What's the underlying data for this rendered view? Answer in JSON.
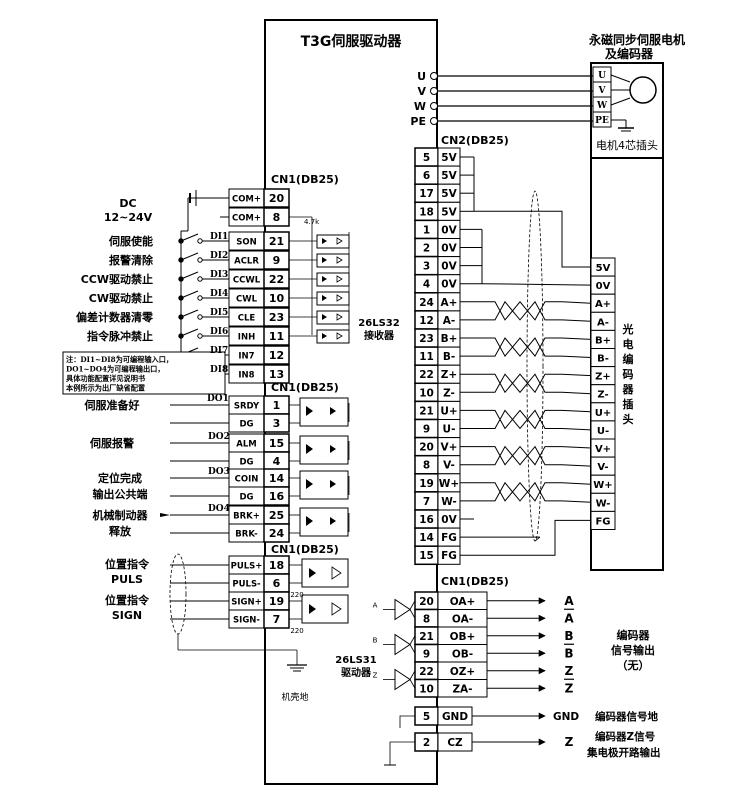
{
  "drive_title": "T3G伺服驱动器",
  "motor_title": [
    "永磁同步伺服电机",
    "及编码器"
  ],
  "motor_plug_label": "电机4芯插头",
  "power_terminals": [
    "U",
    "V",
    "W",
    "PE"
  ],
  "motor_terminals": [
    "U",
    "V",
    "W",
    "PE"
  ],
  "cn1_label": "CN1(DB25)",
  "cn2_label": "CN2(DB25)",
  "dc_label": [
    "DC",
    "12~24V"
  ],
  "resistor_label": "4.7k",
  "com_pins": [
    {
      "name": "COM+",
      "num": "20"
    },
    {
      "name": "COM+",
      "num": "8"
    }
  ],
  "di_rows": [
    {
      "label": "伺服使能",
      "di": "DI1",
      "name": "SON",
      "num": "21"
    },
    {
      "label": "报警清除",
      "di": "DI2",
      "name": "ACLR",
      "num": "9"
    },
    {
      "label": "CCW驱动禁止",
      "di": "DI3",
      "name": "CCWL",
      "num": "22"
    },
    {
      "label": "CW驱动禁止",
      "di": "DI4",
      "name": "CWL",
      "num": "10"
    },
    {
      "label": "偏差计数器清零",
      "di": "DI5",
      "name": "CLE",
      "num": "23"
    },
    {
      "label": "指令脉冲禁止",
      "di": "DI6",
      "name": "INH",
      "num": "11"
    },
    {
      "label": "",
      "di": "DI7",
      "name": "IN7",
      "num": "12"
    },
    {
      "label": "",
      "di": "DI8",
      "name": "IN8",
      "num": "13"
    }
  ],
  "note_lines": [
    "注：DI1~DI8为可编程输入口，",
    "DO1~DO4为可编程输出口，",
    "具体功能配置详见说明书",
    "本例所示为出厂缺省配置"
  ],
  "do_groups": [
    {
      "label": [
        "伺服准备好"
      ],
      "do": "DO1",
      "pins": [
        {
          "name": "SRDY",
          "num": "1"
        },
        {
          "name": "DG",
          "num": "3"
        }
      ]
    },
    {
      "label": [
        "伺服报警"
      ],
      "do": "DO2",
      "pins": [
        {
          "name": "ALM",
          "num": "15"
        },
        {
          "name": "DG",
          "num": "4"
        }
      ]
    },
    {
      "label": [
        "定位完成",
        "输出公共端"
      ],
      "do": "DO3",
      "pins": [
        {
          "name": "COIN",
          "num": "14"
        },
        {
          "name": "DG",
          "num": "16"
        }
      ]
    },
    {
      "label": [
        "机械制动器",
        "释放"
      ],
      "do": "DO4",
      "pins": [
        {
          "name": "BRK+",
          "num": "25"
        },
        {
          "name": "BRK-",
          "num": "24"
        }
      ]
    }
  ],
  "pulse_groups": [
    {
      "label": [
        "位置指令",
        "PULS"
      ],
      "pins": [
        {
          "name": "PULS+",
          "num": "18"
        },
        {
          "name": "PULS-",
          "num": "6"
        }
      ]
    },
    {
      "label": [
        "位置指令",
        "SIGN"
      ],
      "pins": [
        {
          "name": "SIGN+",
          "num": "19"
        },
        {
          "name": "SIGN-",
          "num": "7"
        }
      ]
    }
  ],
  "pulse_resistor": "220",
  "chassis_ground": "机壳地",
  "cn2_pins": [
    {
      "num": "5",
      "name": "5V"
    },
    {
      "num": "6",
      "name": "5V"
    },
    {
      "num": "17",
      "name": "5V"
    },
    {
      "num": "18",
      "name": "5V"
    },
    {
      "num": "1",
      "name": "0V"
    },
    {
      "num": "2",
      "name": "0V"
    },
    {
      "num": "3",
      "name": "0V"
    },
    {
      "num": "4",
      "name": "0V"
    },
    {
      "num": "24",
      "name": "A+"
    },
    {
      "num": "12",
      "name": "A-"
    },
    {
      "num": "23",
      "name": "B+"
    },
    {
      "num": "11",
      "name": "B-"
    },
    {
      "num": "22",
      "name": "Z+"
    },
    {
      "num": "10",
      "name": "Z-"
    },
    {
      "num": "21",
      "name": "U+"
    },
    {
      "num": "9",
      "name": "U-"
    },
    {
      "num": "20",
      "name": "V+"
    },
    {
      "num": "8",
      "name": "V-"
    },
    {
      "num": "19",
      "name": "W+"
    },
    {
      "num": "7",
      "name": "W-"
    },
    {
      "num": "16",
      "name": "0V"
    },
    {
      "num": "14",
      "name": "FG"
    },
    {
      "num": "15",
      "name": "FG"
    }
  ],
  "receiver_label": [
    "26LS32",
    "接收器"
  ],
  "encoder_plug_pins": [
    "5V",
    "0V",
    "A+",
    "A-",
    "B+",
    "B-",
    "Z+",
    "Z-",
    "U+",
    "U-",
    "V+",
    "V-",
    "W+",
    "W-",
    "FG"
  ],
  "encoder_plug_label": "光电编码器插头",
  "enc_out_pins": [
    {
      "name": "OA+",
      "num": "20"
    },
    {
      "name": "OA-",
      "num": "8"
    },
    {
      "name": "OB+",
      "num": "21"
    },
    {
      "name": "OB-",
      "num": "9"
    },
    {
      "name": "OZ+",
      "num": "22"
    },
    {
      "name": "ZA-",
      "num": "10"
    }
  ],
  "enc_out_signals": [
    "A",
    "A",
    "B",
    "B",
    "Z",
    "Z"
  ],
  "driver_channels": [
    "A",
    "B",
    "Z"
  ],
  "driver_label": [
    "26LS31",
    "驱动器"
  ],
  "enc_out_label": [
    "编码器",
    "信号输出",
    "（无）"
  ],
  "gnd_pin": {
    "num": "5",
    "name": "GND",
    "signal": "GND",
    "label": "编码器信号地"
  },
  "cz_pin": {
    "num": "2",
    "name": "CZ",
    "signal": "Z",
    "label": [
      "编码器Z信号",
      "集电极开路输出"
    ]
  }
}
